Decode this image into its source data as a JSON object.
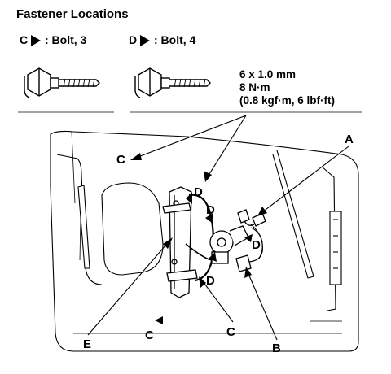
{
  "title": "Fastener Locations",
  "fasteners": [
    {
      "letter": "C",
      "label": ": Bolt, 3"
    },
    {
      "letter": "D",
      "label": ": Bolt, 4"
    }
  ],
  "spec": {
    "size": "6 x 1.0 mm",
    "torque_nm": "8 N·m",
    "torque_alt": "(0.8 kgf·m, 6 lbf·ft)"
  },
  "callouts": {
    "A": "A",
    "B": "B",
    "C": "C",
    "D": "D",
    "E": "E"
  }
}
